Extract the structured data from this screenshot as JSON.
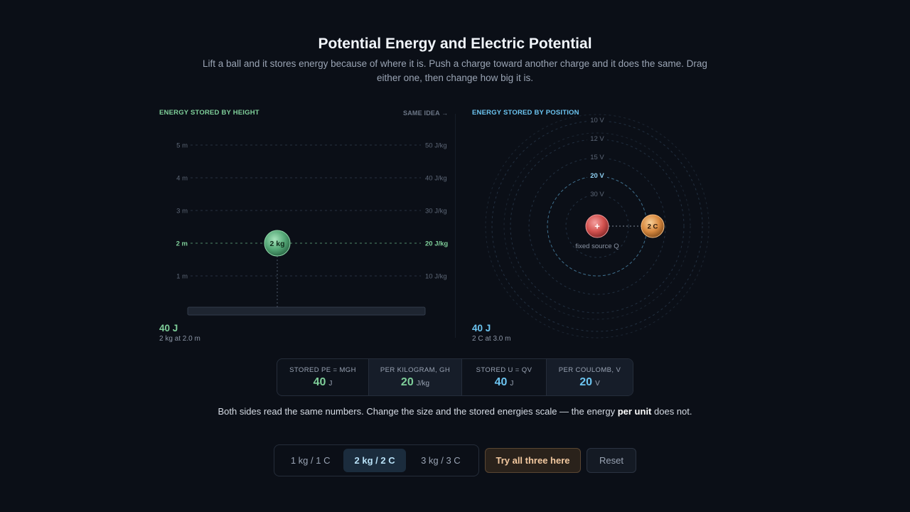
{
  "title": "Potential Energy and Electric Potential",
  "subtitle": "Lift a ball and it stores energy because of where it is. Push a charge toward another charge and it does the same. Drag either one, then change how big it is.",
  "gravity": {
    "label": "ENERGY STORED BY HEIGHT",
    "aside": "SAME IDEA →",
    "height_lines": [
      {
        "height": "5 m",
        "per_kg": "50 J/kg"
      },
      {
        "height": "4 m",
        "per_kg": "40 J/kg"
      },
      {
        "height": "3 m",
        "per_kg": "30 J/kg"
      },
      {
        "height": "2 m",
        "per_kg": "20 J/kg"
      },
      {
        "height": "1 m",
        "per_kg": "10 J/kg"
      }
    ],
    "active_height_m": 2,
    "ball_label": "2 kg",
    "energy": "40 J",
    "detail": "2 kg at 2.0 m",
    "color": "#7fcf9a"
  },
  "electric": {
    "label": "ENERGY STORED BY POSITION",
    "rings": [
      {
        "volts": "10 V",
        "active": false
      },
      {
        "volts": "12 V",
        "active": false
      },
      {
        "volts": "15 V",
        "active": false
      },
      {
        "volts": "20 V",
        "active": true
      },
      {
        "volts": "30 V",
        "active": false
      }
    ],
    "source_symbol": "+",
    "source_label": "fixed source Q",
    "charge_label": "2 C",
    "energy": "40 J",
    "detail": "2 C at 3.0 m",
    "color": "#6cc4f0"
  },
  "stats": [
    {
      "label": "STORED PE = MGH",
      "value": "40",
      "unit": "J",
      "color": "green"
    },
    {
      "label": "PER KILOGRAM, GH",
      "value": "20",
      "unit": "J/kg",
      "color": "green"
    },
    {
      "label": "STORED U = QV",
      "value": "40",
      "unit": "J",
      "color": "blue"
    },
    {
      "label": "PER COULOMB, V",
      "value": "20",
      "unit": "V",
      "color": "blue"
    }
  ],
  "note": {
    "before": "Both sides read the same numbers. Change the size and the stored energies scale — the energy ",
    "bold": "per unit",
    "after": " does not."
  },
  "sizes": [
    {
      "label": "1 kg / 1 C",
      "active": false
    },
    {
      "label": "2 kg / 2 C",
      "active": true
    },
    {
      "label": "3 kg / 3 C",
      "active": false
    }
  ],
  "try_button": "Try all three here",
  "reset_button": "Reset"
}
